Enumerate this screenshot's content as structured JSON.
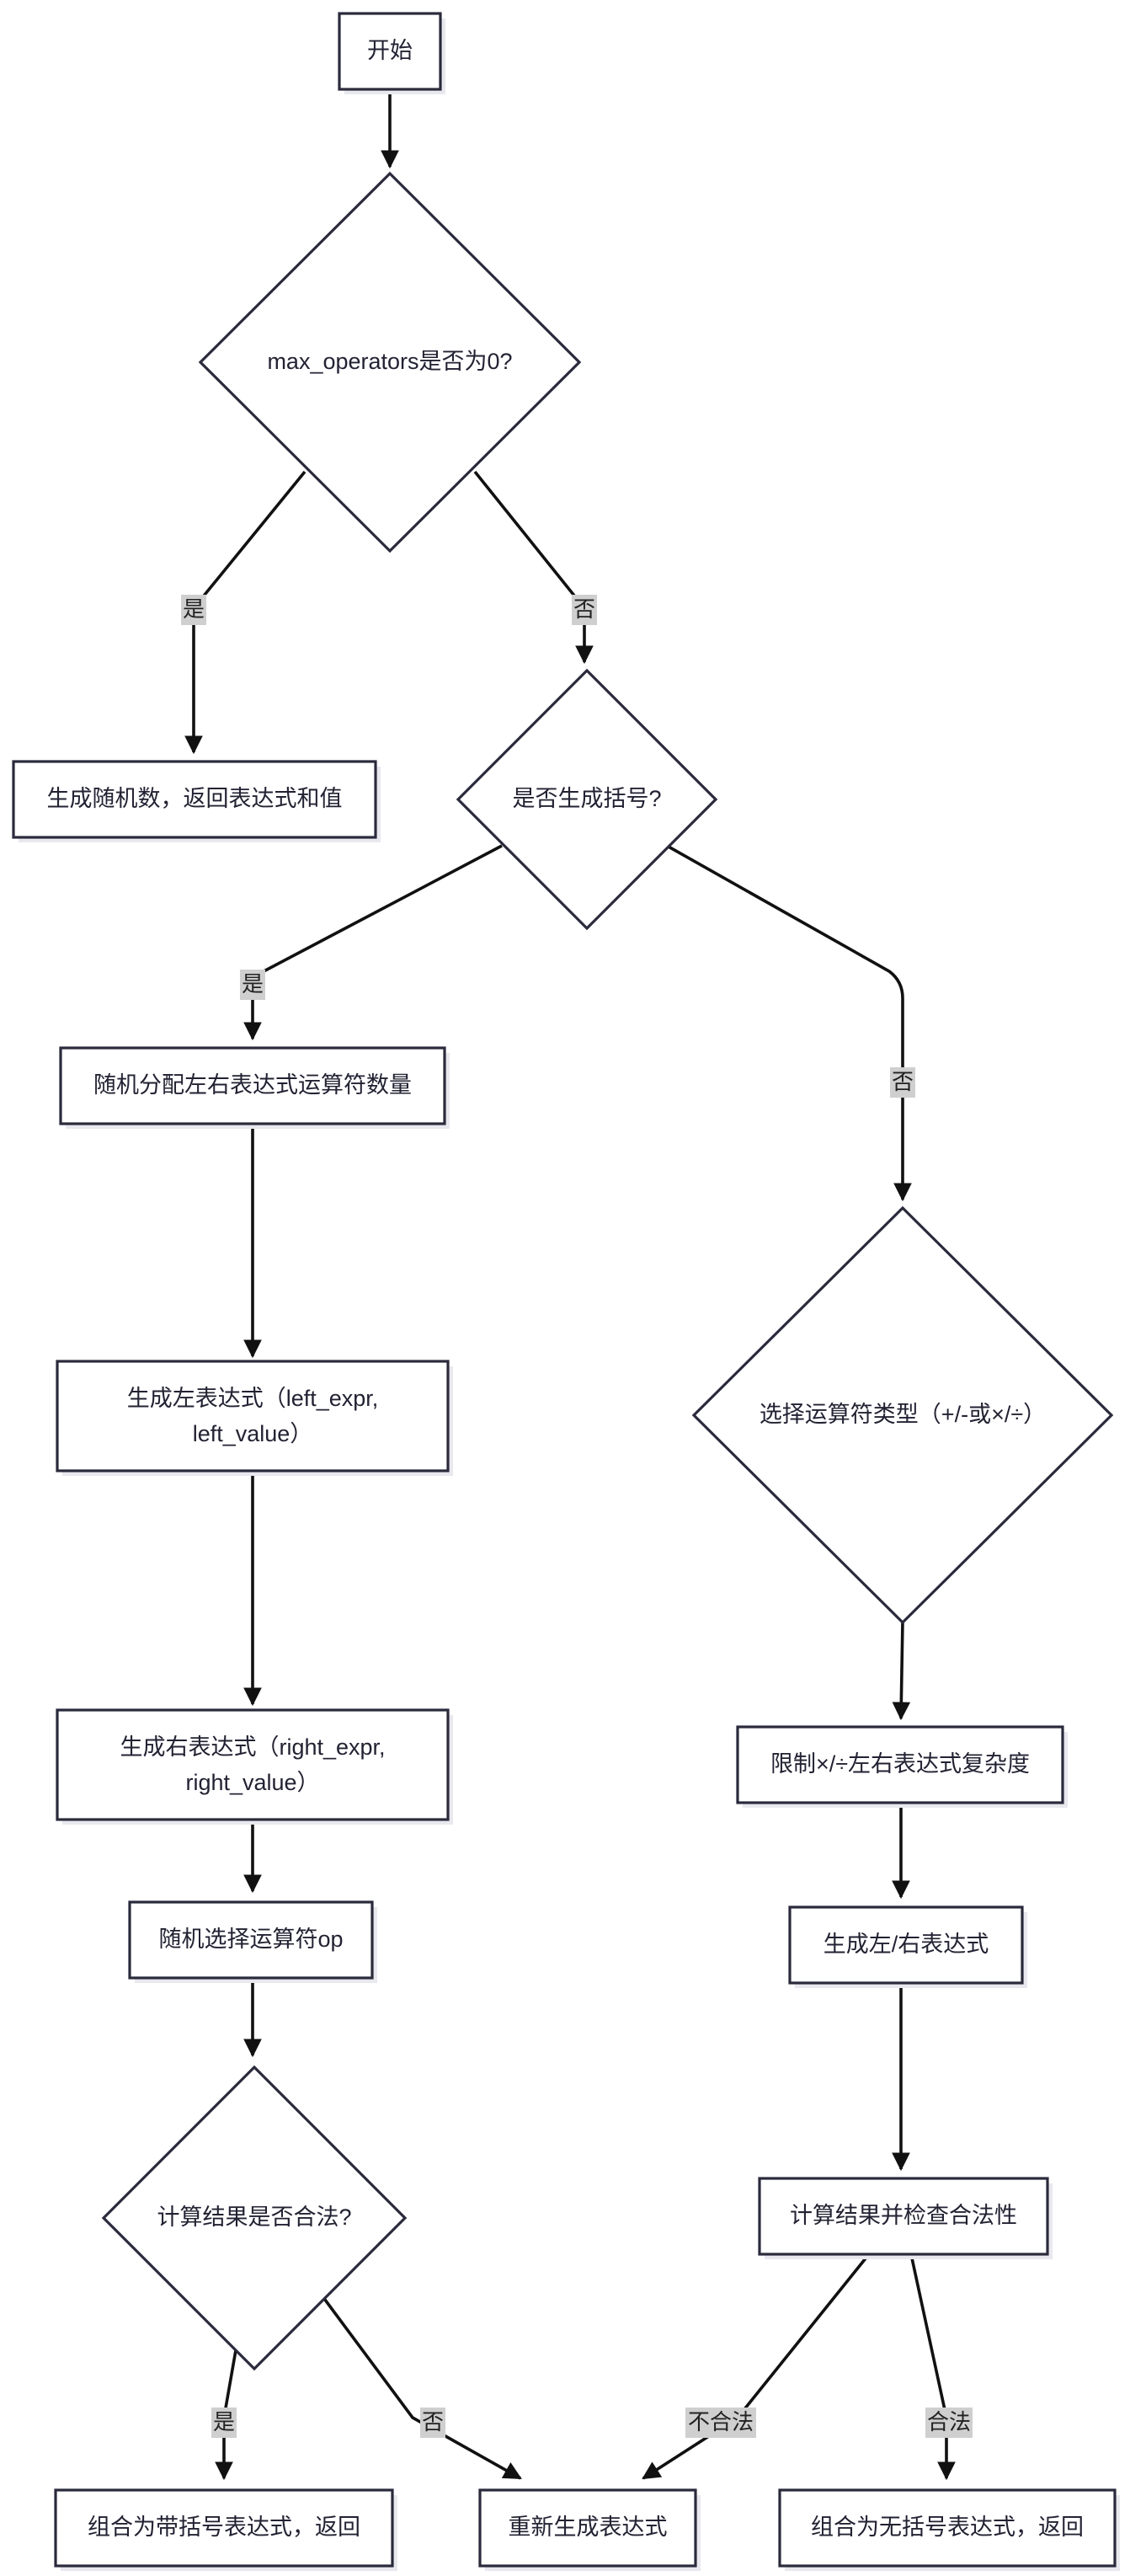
{
  "nodes": {
    "start": "开始",
    "check_max_ops": "max_operators是否为0?",
    "gen_random": "生成随机数，返回表达式和值",
    "gen_paren": "是否生成括号?",
    "alloc_ops": "随机分配左右表达式运算符数量",
    "gen_left_1": "生成左表达式（left_expr,",
    "gen_left_2": "left_value）",
    "gen_right_1": "生成右表达式（right_expr,",
    "gen_right_2": "right_value）",
    "choose_op": "随机选择运算符op",
    "valid_check": "计算结果是否合法?",
    "combine_paren": "组合为带括号表达式，返回",
    "regen": "重新生成表达式",
    "choose_type": "选择运算符类型（+/-或×/÷）",
    "limit_complex": "限制×/÷左右表达式复杂度",
    "gen_lr": "生成左/右表达式",
    "calc_check": "计算结果并检查合法性",
    "combine_noparen": "组合为无括号表达式，返回"
  },
  "edge_labels": {
    "yes_1": "是",
    "no_1": "否",
    "yes_2": "是",
    "no_2": "否",
    "yes_3": "是",
    "no_3": "否",
    "invalid": "不合法",
    "valid": "合法"
  }
}
